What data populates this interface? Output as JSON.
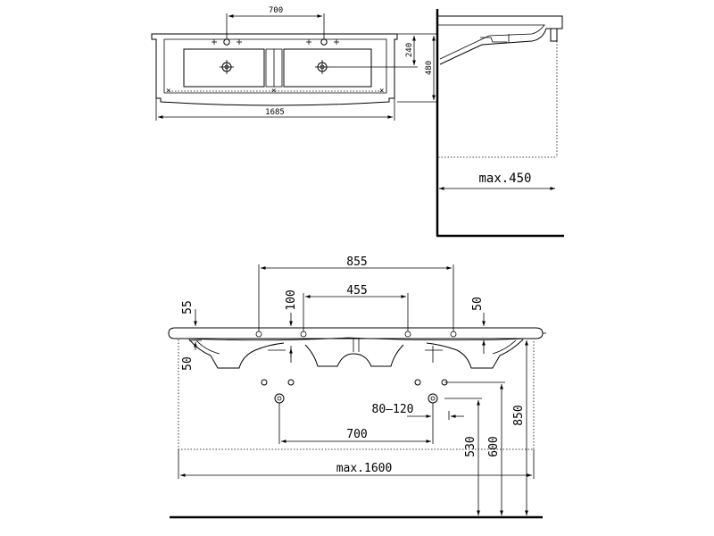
{
  "top_view": {
    "dim_taps": "700",
    "dim_depth_small": "240",
    "dim_depth": "480",
    "dim_width": "1685"
  },
  "side_view": {
    "dim_max_height": "max.450"
  },
  "front_view": {
    "dim_855": "855",
    "dim_455": "455",
    "dim_55": "55",
    "dim_100": "100",
    "dim_50_right": "50",
    "dim_50_left": "50",
    "dim_80_120": "80–120",
    "dim_700": "700",
    "dim_max_1600": "max.1600",
    "dim_530": "530",
    "dim_600": "600",
    "dim_850": "850"
  }
}
